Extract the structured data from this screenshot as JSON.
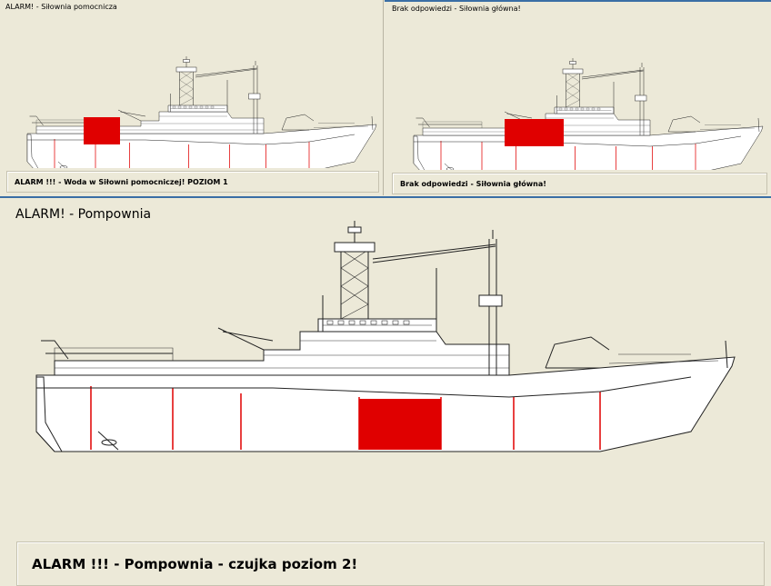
{
  "panels": {
    "aux": {
      "title": "ALARM! - Siłownia pomocnicza",
      "message": "ALARM !!! - Woda w Siłowni pomocniczej! POZIOM 1"
    },
    "main": {
      "title": "Brak odpowiedzi - Siłownia główna!",
      "message": "Brak odpowiedzi - Siłownia główna!"
    },
    "pump": {
      "title": "ALARM! - Pompownia",
      "message": "ALARM !!! - Pompownia - czujka poziom 2!"
    }
  },
  "colors": {
    "background": "#ece9d8",
    "alarm_compartment": "#e00000",
    "bulkhead": "#e00000",
    "hull": "#ffffff",
    "window_border": "#3a6ea5"
  },
  "ship_schematics": [
    {
      "panel": "aux",
      "alarmed_compartment_index": 1
    },
    {
      "panel": "main",
      "alarmed_compartment_index": 2
    },
    {
      "panel": "pump",
      "alarmed_compartment_index": 3
    }
  ]
}
